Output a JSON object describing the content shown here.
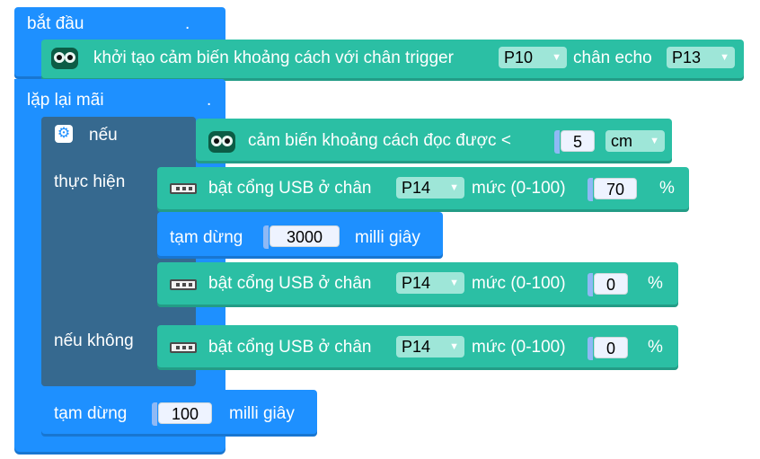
{
  "start_block": {
    "label": "bắt đầu",
    "dot": "."
  },
  "init_sensor": {
    "icon": "robot-icon",
    "label_before": "khởi tạo cảm biến khoảng cách với chân trigger",
    "trigger_pin": "P10",
    "label_middle": "chân echo",
    "echo_pin": "P13"
  },
  "forever_block": {
    "label": "lặp lại mãi",
    "dot": "."
  },
  "if_block": {
    "if_label": "nếu",
    "then_label": "thực hiện",
    "else_label": "nếu không",
    "condition": {
      "icon": "robot-icon",
      "label": "cảm biến khoảng cách đọc được <",
      "value": "5",
      "unit": "cm"
    }
  },
  "usb_on_1": {
    "icon": "usb-icon",
    "label": "bật cổng USB ở chân",
    "pin": "P14",
    "level_label": "mức (0-100)",
    "value": "70",
    "percent": "%"
  },
  "pause_1": {
    "label": "tạm dừng",
    "value": "3000",
    "unit": "milli giây"
  },
  "usb_on_2": {
    "icon": "usb-icon",
    "label": "bật cổng USB ở chân",
    "pin": "P14",
    "level_label": "mức (0-100)",
    "value": "0",
    "percent": "%"
  },
  "usb_on_3": {
    "icon": "usb-icon",
    "label": "bật cổng USB ở chân",
    "pin": "P14",
    "level_label": "mức (0-100)",
    "value": "0",
    "percent": "%"
  },
  "pause_2": {
    "label": "tạm dừng",
    "value": "100",
    "unit": "milli giây"
  },
  "colors": {
    "control": "#1e90ff",
    "sensor": "#2bbfa4",
    "if_arm": "#36698f"
  }
}
